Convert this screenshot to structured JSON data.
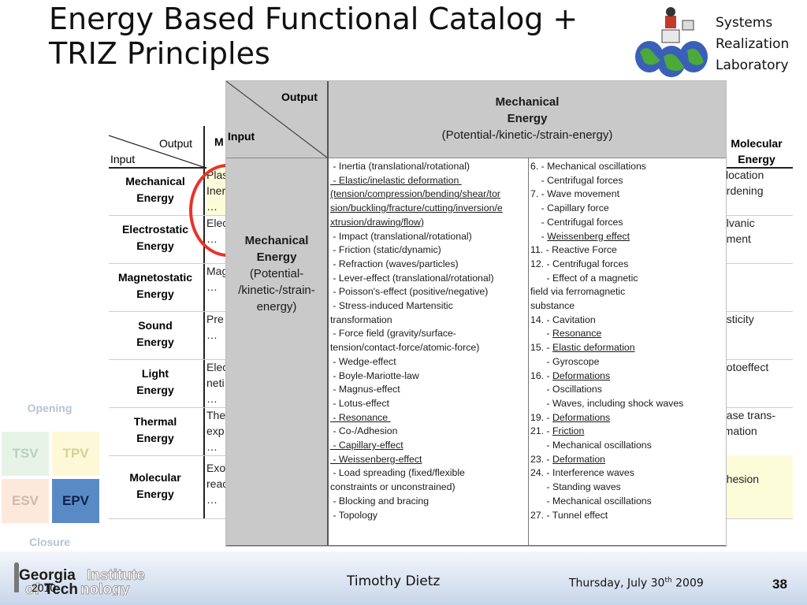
{
  "slide": {
    "title_line1": "Energy Based Functional Catalog +",
    "title_line2": "TRIZ Principles",
    "lab_line1": "Systems",
    "lab_line2": "Realization",
    "lab_line3": "Laboratory"
  },
  "background_matrix": {
    "output_label": "Output",
    "input_label": "Input",
    "col_first": "M",
    "col_last_line1": "Molecular",
    "col_last_line2": "Energy",
    "rows": [
      {
        "l1": "Mechanical",
        "l2": "Energy",
        "c1": "Plas",
        "c2": "Iner",
        "c3": "…",
        "r1": "slocation",
        "r2": "ardening"
      },
      {
        "l1": "Electrostatic",
        "l2": "Energy",
        "c1": "Elec",
        "c2": "…",
        "c3": "",
        "r1": "alvanic",
        "r2": "ement"
      },
      {
        "l1": "Magnetostatic",
        "l2": "Energy",
        "c1": "Mag",
        "c2": "…",
        "c3": "",
        "r1": "",
        "r2": ""
      },
      {
        "l1": "Sound",
        "l2": "Energy",
        "c1": "Pre",
        "c2": "…",
        "c3": "",
        "r1": "asticity",
        "r2": ""
      },
      {
        "l1": "Light",
        "l2": "Energy",
        "c1": "Elec",
        "c2": "neti",
        "c3": "…",
        "r1": "notoeffect",
        "r2": ""
      },
      {
        "l1": "Thermal",
        "l2": "Energy",
        "c1": "The",
        "c2": "exp",
        "c3": "…",
        "r1": "hase trans-",
        "r2": "rmation"
      },
      {
        "l1": "Molecular",
        "l2": "Energy",
        "c1": "Exo",
        "c2": "reac",
        "c3": "…",
        "r1": "dhesion",
        "r2": ""
      }
    ]
  },
  "sidebar": {
    "opening": "Opening",
    "closure": "Closure",
    "tsv": "TSV",
    "tpv": "TPV",
    "esv": "ESV",
    "epv": "EPV"
  },
  "overlay": {
    "output_label": "Output",
    "input_label": "Input",
    "col_title_1": "Mechanical",
    "col_title_2": "Energy",
    "col_title_3": "(Potential-/kinetic-/strain-energy)",
    "row_title_1": "Mechanical",
    "row_title_2": "Energy",
    "row_title_3": "(Potential-",
    "row_title_4": "/kinetic-/strain-",
    "row_title_5": "energy)",
    "left_items": [
      {
        "t": " - Inertia (translational/rotational)",
        "u": false
      },
      {
        "t": " - Elastic/inelastic deformation ",
        "u": true
      },
      {
        "t": "(tension/compression/bending/shear/tor",
        "u": true
      },
      {
        "t": "sion/buckling/fracture/cutting/inversion/e",
        "u": true
      },
      {
        "t": "xtrusion/drawing/flow)",
        "u": true
      },
      {
        "t": " - Impact (translational/rotational)",
        "u": false
      },
      {
        "t": " - Friction (static/dynamic)",
        "u": false
      },
      {
        "t": " - Refraction (waves/particles)",
        "u": false
      },
      {
        "t": " - Lever-effect (translational/rotational)",
        "u": false
      },
      {
        "t": " - Poisson's-effect (positive/negative)",
        "u": false
      },
      {
        "t": " - Stress-induced Martensitic",
        "u": false
      },
      {
        "t": "transformation",
        "u": false
      },
      {
        "t": " - Force field (gravity/surface-",
        "u": false
      },
      {
        "t": "tension/contact-force/atomic-force)",
        "u": false
      },
      {
        "t": " - Wedge-effect",
        "u": false
      },
      {
        "t": " - Boyle-Mariotte-law",
        "u": false
      },
      {
        "t": " - Magnus-effect",
        "u": false
      },
      {
        "t": " - Lotus-effect",
        "u": false
      },
      {
        "t": " - Resonance ",
        "u": true
      },
      {
        "t": " - Co-/Adhesion",
        "u": false
      },
      {
        "t": " - Capillary-effect",
        "u": true
      },
      {
        "t": " - Weissenberg-effect",
        "u": true
      },
      {
        "t": " - Load spreading (fixed/flexible",
        "u": false
      },
      {
        "t": "constraints or unconstrained)",
        "u": false
      },
      {
        "t": " - Blocking and bracing",
        "u": false
      },
      {
        "t": " - Topology",
        "u": false
      }
    ],
    "right_items": [
      {
        "t": "6. - Mechanical oscillations",
        "u": ""
      },
      {
        "t": "    - Centrifugal forces",
        "u": ""
      },
      {
        "t": "7. - Wave movement",
        "u": ""
      },
      {
        "t": "    - Capillary force",
        "u": ""
      },
      {
        "t": "    - Centrifugal forces",
        "u": ""
      },
      {
        "t": "    - ",
        "u": "Weissenberg effect"
      },
      {
        "t": "11. - Reactive Force",
        "u": ""
      },
      {
        "t": "12. - Centrifugal forces",
        "u": ""
      },
      {
        "t": "      - Effect of a magnetic",
        "u": ""
      },
      {
        "t": "field via ferromagnetic",
        "u": ""
      },
      {
        "t": "substance",
        "u": ""
      },
      {
        "t": "14. - Cavitation",
        "u": ""
      },
      {
        "t": "      - ",
        "u": "Resonance"
      },
      {
        "t": "15. - ",
        "u": "Elastic deformation"
      },
      {
        "t": "      - Gyroscope",
        "u": ""
      },
      {
        "t": "16. - ",
        "u": "Deformations"
      },
      {
        "t": "      - Oscillations",
        "u": ""
      },
      {
        "t": "      - Waves, including shock waves",
        "u": ""
      },
      {
        "t": "19. - ",
        "u": "Deformations"
      },
      {
        "t": "21. - ",
        "u": "Friction"
      },
      {
        "t": "      - Mechanical oscillations",
        "u": ""
      },
      {
        "t": "23. - ",
        "u": "Deformation"
      },
      {
        "t": "24. - Interference waves",
        "u": ""
      },
      {
        "t": "      - Standing waves",
        "u": ""
      },
      {
        "t": "      - Mechanical oscillations",
        "u": ""
      },
      {
        "t": "27. - Tunnel effect",
        "u": ""
      }
    ]
  },
  "footer": {
    "logo_georgia": "Georgia",
    "logo_institute": "Institute",
    "logo_of": "of",
    "logo_tech": "Tech",
    "logo_nology": "nology",
    "year": "2010",
    "presenter": "Timothy Dietz",
    "date_prefix": "Thursday, July 30",
    "date_sup": "th",
    "date_suffix": " 2009",
    "page": "38"
  },
  "colors": {
    "accent_blue": "#5a8ac6",
    "circle_red": "#e8332a",
    "header_gray": "#c9c9c9"
  }
}
